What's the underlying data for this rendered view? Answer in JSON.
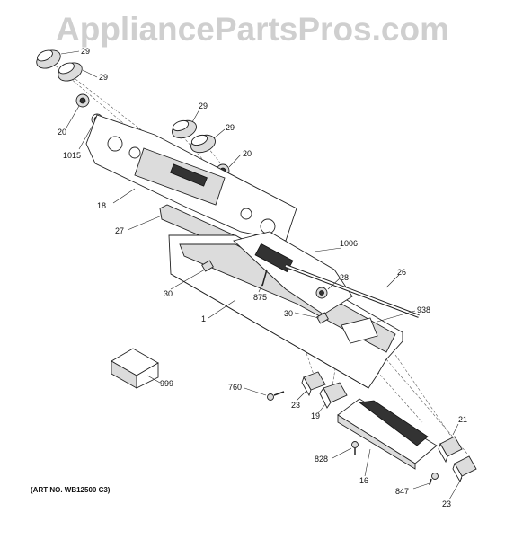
{
  "watermark": "AppliancePartsPros.com",
  "art_number": "(ART NO. WB12500 C3)",
  "callouts": {
    "c29a": "29",
    "c29b": "29",
    "c20a": "20",
    "c1015": "1015",
    "c29c": "29",
    "c29d": "29",
    "c20b": "20",
    "c18": "18",
    "c27": "27",
    "c1006": "1006",
    "c28": "28",
    "c26": "26",
    "c30a": "30",
    "c875": "875",
    "c1": "1",
    "c30b": "30",
    "c938": "938",
    "c999": "999",
    "c760": "760",
    "c23a": "23",
    "c19": "19",
    "c21": "21",
    "c828": "828",
    "c16": "16",
    "c847": "847",
    "c23b": "23"
  }
}
